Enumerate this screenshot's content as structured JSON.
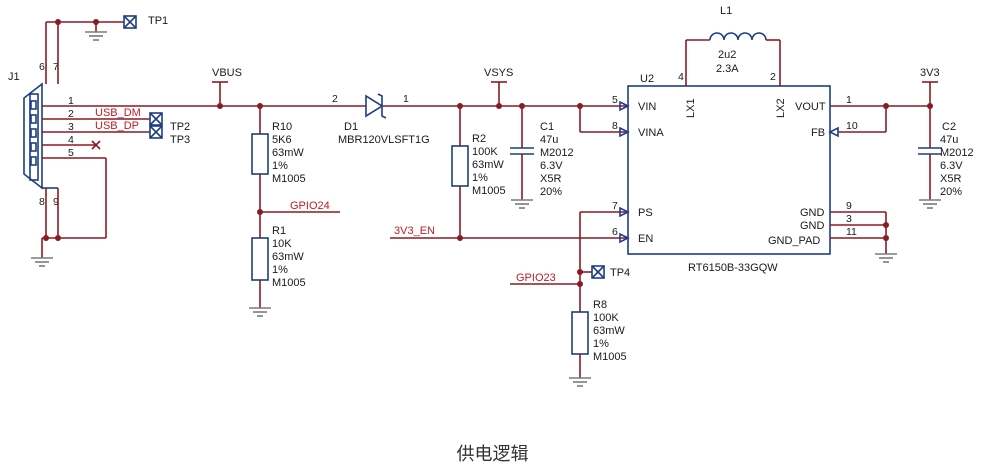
{
  "caption": "供电逻辑",
  "connector": {
    "ref": "J1",
    "pins": [
      "6",
      "7",
      "1",
      "2",
      "3",
      "4",
      "5",
      "8",
      "9"
    ]
  },
  "nets": {
    "usb_dm": "USB_DM",
    "usb_dp": "USB_DP",
    "vbus": "VBUS",
    "vsys": "VSYS",
    "v3v3": "3V3",
    "gpio24": "GPIO24",
    "gpio23": "GPIO23",
    "en": "3V3_EN"
  },
  "test_points": {
    "tp1": "TP1",
    "tp2": "TP2",
    "tp3": "TP3",
    "tp4": "TP4"
  },
  "diode": {
    "ref": "D1",
    "part": "MBR120VLSFT1G",
    "pin_a": "2",
    "pin_k": "1"
  },
  "r10": {
    "ref": "R10",
    "lines": [
      "5K6",
      "63mW",
      "1%",
      "M1005"
    ]
  },
  "r1": {
    "ref": "R1",
    "lines": [
      "10K",
      "63mW",
      "1%",
      "M1005"
    ]
  },
  "r2": {
    "ref": "R2",
    "lines": [
      "100K",
      "63mW",
      "1%",
      "M1005"
    ]
  },
  "r8": {
    "ref": "R8",
    "lines": [
      "100K",
      "63mW",
      "1%",
      "M1005"
    ]
  },
  "c1": {
    "ref": "C1",
    "lines": [
      "47u",
      "M2012",
      "6.3V",
      "X5R",
      "20%"
    ]
  },
  "c2": {
    "ref": "C2",
    "lines": [
      "47u",
      "M2012",
      "6.3V",
      "X5R",
      "20%"
    ]
  },
  "inductor": {
    "ref": "L1",
    "value": "2u2",
    "current": "2.3A"
  },
  "ic": {
    "ref": "U2",
    "part": "RT6150B-33GQW",
    "pins": {
      "vin": "VIN",
      "vina": "VINA",
      "ps": "PS",
      "en": "EN",
      "lx1": "LX1",
      "lx2": "LX2",
      "vout": "VOUT",
      "fb": "FB",
      "gnd": "GND",
      "gnd_pad": "GND_PAD"
    },
    "pin_numbers": {
      "vin": "5",
      "vina": "8",
      "ps": "7",
      "en": "6",
      "lx1": "4",
      "lx2": "2",
      "vout": "1",
      "fb": "10",
      "gnd1": "9",
      "gnd2": "3",
      "gnd_pad": "11"
    }
  }
}
